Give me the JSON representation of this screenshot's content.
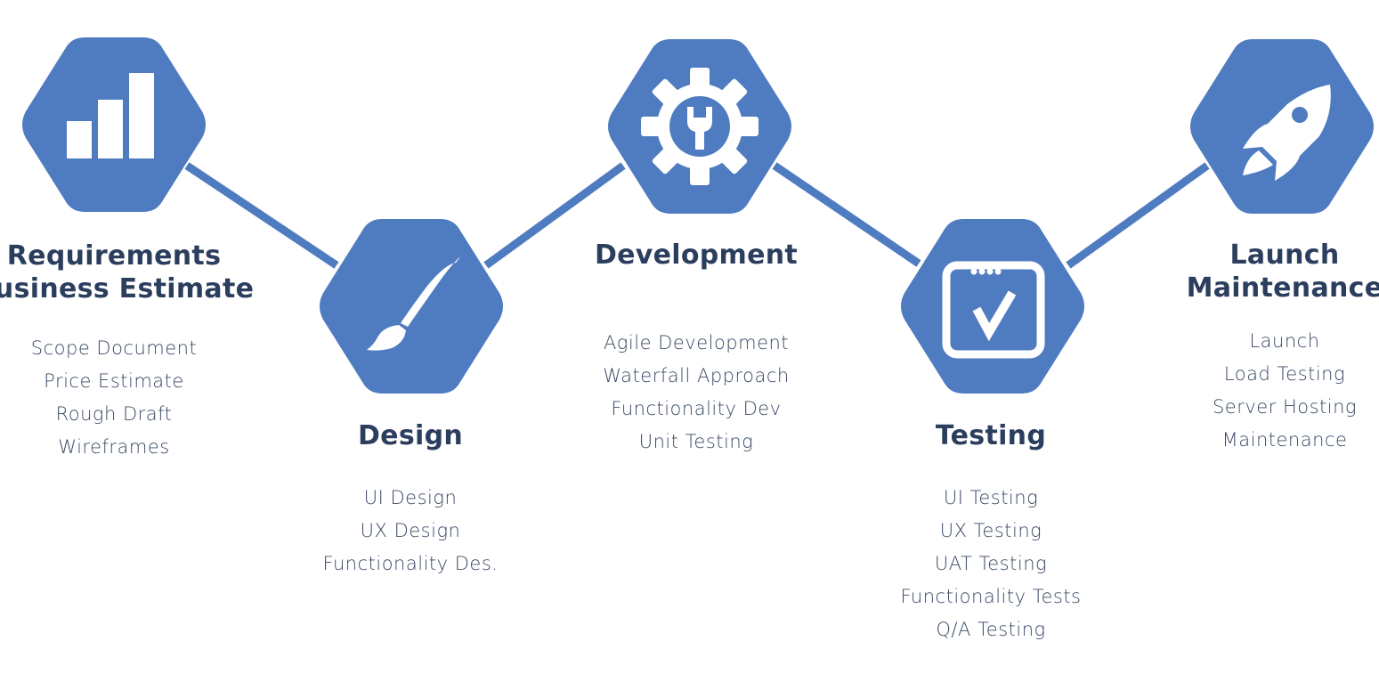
{
  "colors": {
    "hexagon": "#4f7cc0",
    "connector": "#4f7cc0",
    "title": "#2c3e5e",
    "item": "#3a4a66",
    "icon": "#ffffff"
  },
  "stages": [
    {
      "id": "requirements",
      "icon": "bar-chart-icon",
      "title_lines": [
        "Requirements",
        "Business Estimate"
      ],
      "items": [
        "Scope Document",
        "Price Estimate",
        "Rough Draft",
        "Wireframes"
      ]
    },
    {
      "id": "design",
      "icon": "paintbrush-icon",
      "title_lines": [
        "Design"
      ],
      "items": [
        "UI Design",
        "UX Design",
        "Functionality Des."
      ]
    },
    {
      "id": "development",
      "icon": "gear-wrench-icon",
      "title_lines": [
        "Development"
      ],
      "items": [
        "Agile Development",
        "Waterfall Approach",
        "Functionality Dev",
        "Unit Testing"
      ]
    },
    {
      "id": "testing",
      "icon": "browser-check-icon",
      "title_lines": [
        "Testing"
      ],
      "items": [
        "UI Testing",
        "UX Testing",
        "UAT Testing",
        "Functionality Tests",
        "Q/A Testing"
      ]
    },
    {
      "id": "launch",
      "icon": "rocket-icon",
      "title_lines": [
        "Launch",
        "Maintenance"
      ],
      "items": [
        "Launch",
        "Load Testing",
        "Server Hosting",
        "Maintenance"
      ]
    }
  ]
}
